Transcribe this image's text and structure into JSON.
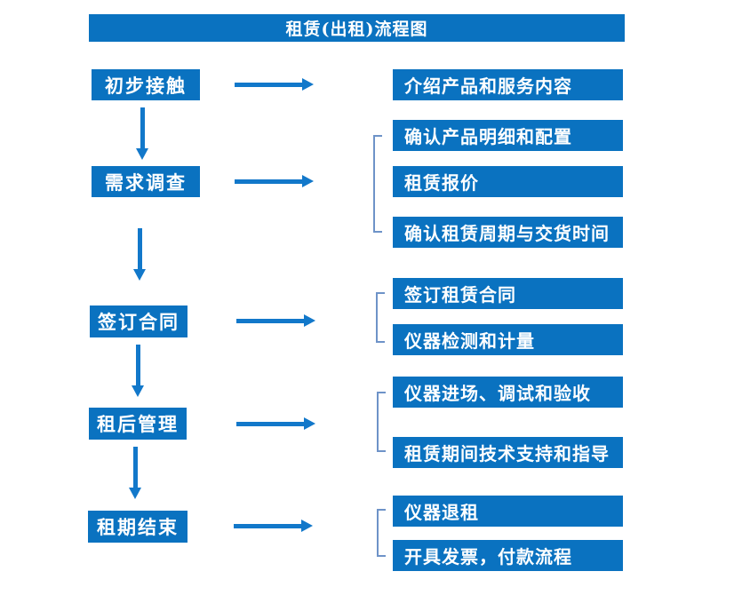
{
  "title": "租赁(出租)流程图",
  "colors": {
    "box_blue": "#0A72C0",
    "arrow_blue": "#1278CA",
    "bracket_blue": "#6E93C8",
    "text_white": "#FFFFFF"
  },
  "flow": {
    "steps": [
      {
        "label": "初步接触",
        "outputs": [
          "介绍产品和服务内容"
        ]
      },
      {
        "label": "需求调查",
        "outputs": [
          "确认产品明细和配置",
          "租赁报价",
          "确认租赁周期与交货时间"
        ]
      },
      {
        "label": "签订合同",
        "outputs": [
          "签订租赁合同",
          "仪器检测和计量"
        ]
      },
      {
        "label": "租后管理",
        "outputs": [
          "仪器进场、调试和验收",
          "租赁期间技术支持和指导"
        ]
      },
      {
        "label": "租期结束",
        "outputs": [
          "仪器退租",
          "开具发票，付款流程"
        ]
      }
    ]
  }
}
